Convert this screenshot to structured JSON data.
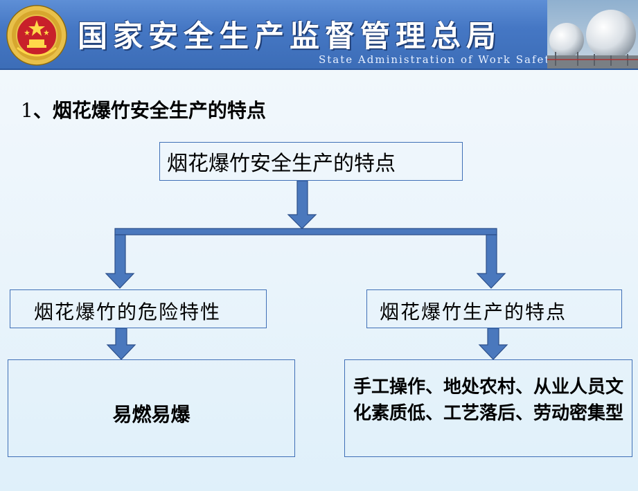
{
  "header": {
    "title": "国家安全生产监督管理总局",
    "subtitle": "State Administration of Work Safety"
  },
  "heading": {
    "number": "1",
    "separator": "、",
    "text": "烟花爆竹安全生产的特点"
  },
  "diagram": {
    "root": "烟花爆竹安全生产的特点",
    "left_branch": "烟花爆竹的危险特性",
    "right_branch": "烟花爆竹生产的特点",
    "left_detail": "易燃易爆",
    "right_detail": "手工操作、地处农村、从业人员文化素质低、工艺落后、劳动密集型"
  },
  "colors": {
    "banner_blue": "#4577c4",
    "arrow_fill": "#4a78bd",
    "arrow_stroke": "#2c4f8a",
    "box_border": "#3f6fb6",
    "emblem_red": "#c8202a",
    "emblem_gold": "#e8c04a"
  }
}
